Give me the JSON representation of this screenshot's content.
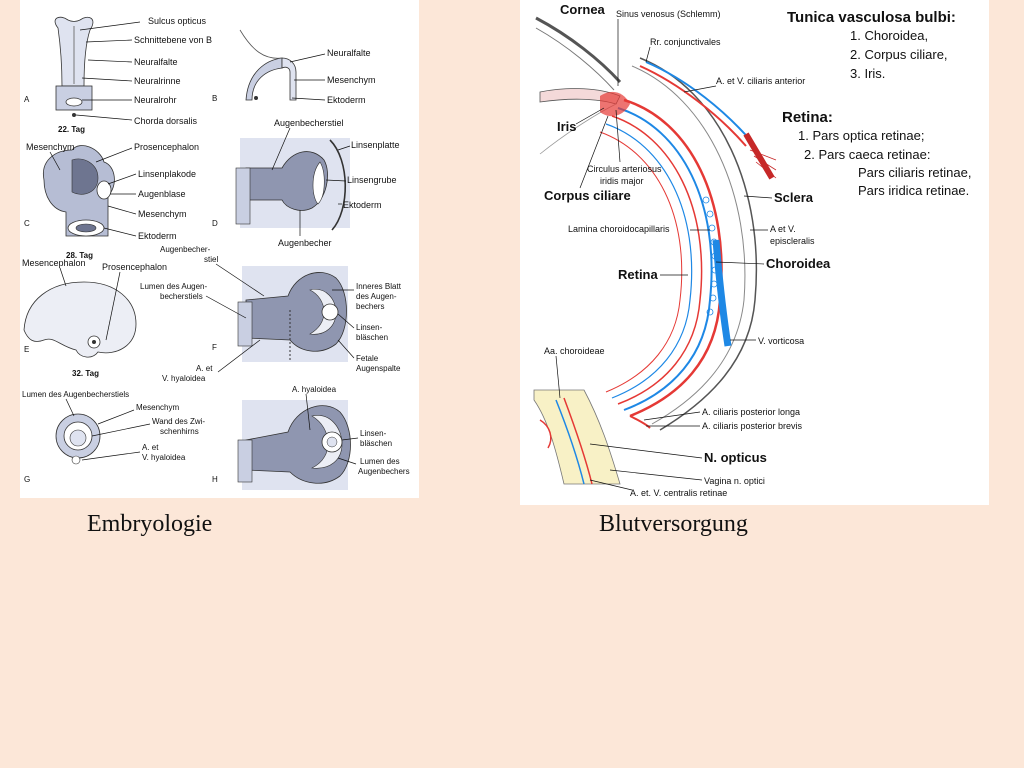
{
  "captions": {
    "left": "Embryologie",
    "right": "Blutversorgung"
  },
  "embryology": {
    "stages": {
      "A": "A",
      "B": "B",
      "C": "C",
      "D": "D",
      "E": "E",
      "F": "F",
      "G": "G",
      "H": "H"
    },
    "days": {
      "d22": "22. Tag",
      "d28": "28. Tag",
      "d32": "32. Tag"
    },
    "labels": {
      "sulcus_opticus": "Sulcus opticus",
      "schnittebene": "Schnittebene von B",
      "neuralfalte_a": "Neuralfalte",
      "neuralrinne": "Neuralrinne",
      "neuralrohr": "Neuralrohr",
      "chorda": "Chorda dorsalis",
      "neuralfalte_b": "Neuralfalte",
      "mesenchym_b": "Mesenchym",
      "ektoderm_b": "Ektoderm",
      "mesenchym_c1": "Mesenchym",
      "prosencephalon_c": "Prosencephalon",
      "linsenplakode": "Linsenplakode",
      "augenblase": "Augenblase",
      "mesenchym_c2": "Mesenchym",
      "ektoderm_c": "Ektoderm",
      "augenbecherstiel_d": "Augenbecherstiel",
      "linsenplatte": "Linsenplatte",
      "linsengrube": "Linsengrube",
      "ektoderm_d": "Ektoderm",
      "augenbecher_d": "Augenbecher",
      "mesencephalon": "Mesencephalon",
      "prosencephalon_e": "Prosencephalon",
      "augenbecherstiel_f1": "Augenbecher-",
      "augenbecherstiel_f2": "stiel",
      "lumen_f1": "Lumen des Augen-",
      "lumen_f2": "becherstiels",
      "inneres1": "Inneres Blatt",
      "inneres2": "des Augen-",
      "inneres3": "bechers",
      "linsenblaeschen_f1": "Linsen-",
      "linsenblaeschen_f2": "bläschen",
      "fetale1": "Fetale",
      "fetale2": "Augenspalte",
      "a_et_f1": "A. et",
      "a_et_f2": "V. hyaloidea",
      "lumen_g": "Lumen des Augenbecherstiels",
      "mesenchym_g": "Mesenchym",
      "wand1": "Wand des Zwi-",
      "wand2": "schenhirns",
      "a_et_g1": "A. et",
      "a_et_g2": "V. hyaloidea",
      "hyaloidea_h": "A. hyaloidea",
      "linsenblaeschen_h1": "Linsen-",
      "linsenblaeschen_h2": "bläschen",
      "lumen_h1": "Lumen des",
      "lumen_h2": "Augenbechers"
    }
  },
  "blood_supply": {
    "tunica_title": "Tunica vasculosa bulbi:",
    "tunica_items": [
      "1. Choroidea,",
      "2. Corpus ciliare,",
      "3. Iris."
    ],
    "retina_title": "Retina:",
    "retina_items": [
      "1. Pars optica retinae;",
      "2. Pars caeca retinae:",
      "Pars ciliaris retinae,",
      "Pars iridica retinae."
    ],
    "labels": {
      "cornea": "Cornea",
      "sinus": "Sinus venosus (Schlemm)",
      "rr_conj": "Rr. conjunctivales",
      "ciliaris_ant": "A. et V. ciliaris anterior",
      "iris": "Iris",
      "circulus1": "Circulus arteriosus",
      "circulus2": "iridis major",
      "corpus": "Corpus ciliare",
      "sclera": "Sclera",
      "lamina": "Lamina choroidocapillaris",
      "episcl1": "A et V.",
      "episcl2": "episcleralis",
      "retina": "Retina",
      "choroidea": "Choroidea",
      "vorticosa": "V. vorticosa",
      "aa_chor": "Aa. choroideae",
      "post_longa": "A. ciliaris posterior longa",
      "post_brevis": "A. ciliaris posterior brevis",
      "opticus": "N. opticus",
      "vagina": "Vagina n. optici",
      "centralis": "A. et. V. centralis retinae"
    }
  }
}
